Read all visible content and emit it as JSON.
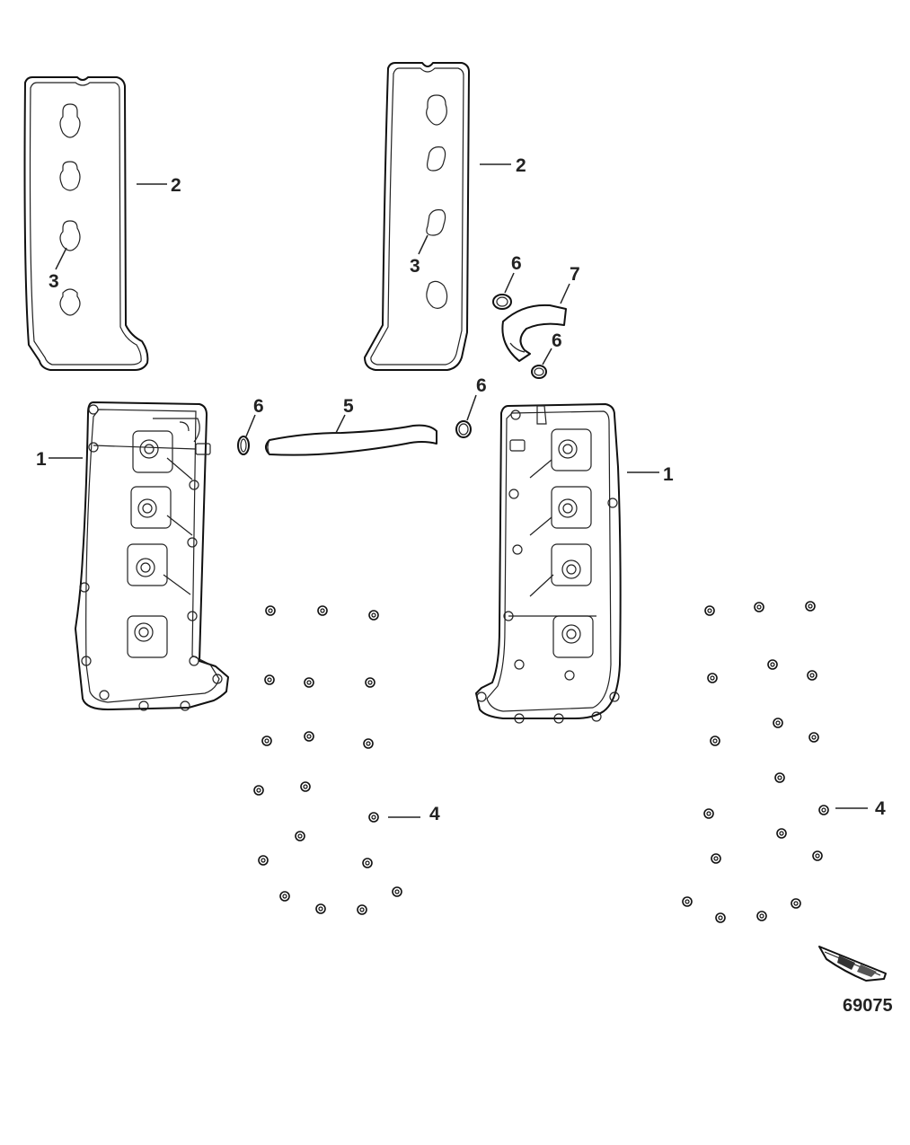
{
  "callouts": {
    "c1_left": "1",
    "c1_right": "1",
    "c2_left": "2",
    "c2_right": "2",
    "c3_left": "3",
    "c3_right": "3",
    "c4_left": "4",
    "c4_right": "4",
    "c5": "5",
    "c6_a": "6",
    "c6_b": "6",
    "c6_c": "6",
    "c6_d": "6",
    "c7": "7"
  },
  "reference_number": "69075",
  "icons": {
    "boat": "boat-icon"
  }
}
